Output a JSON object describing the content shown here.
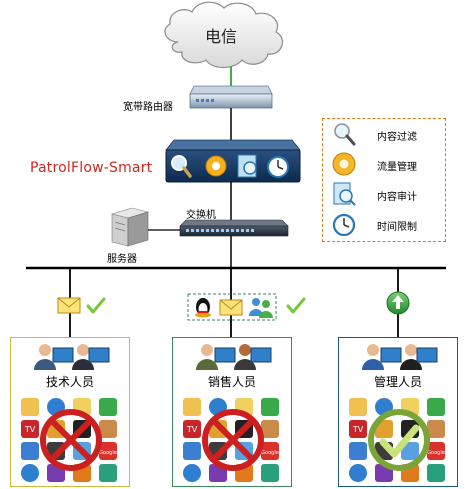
{
  "diagram": {
    "cloud_label": "电信",
    "router_label": "宽带路由器",
    "brand_label": "PatrolFlow-Smart",
    "switch_label": "交换机",
    "server_label": "服务器",
    "legend": [
      {
        "icon": "magnifier-icon",
        "label": "内容过滤"
      },
      {
        "icon": "gear-icon",
        "label": "流量管理"
      },
      {
        "icon": "audit-magnifier-icon",
        "label": "内容审计"
      },
      {
        "icon": "clock-icon",
        "label": "时间限制"
      }
    ],
    "groups": [
      {
        "label": "技术人员",
        "status": "blocked"
      },
      {
        "label": "销售人员",
        "status": "blocked"
      },
      {
        "label": "管理人员",
        "status": "allowed"
      }
    ],
    "app_icons": [
      "folder-icon",
      "browser-icon",
      "note-icon",
      "phone-icon",
      "tv-icon",
      "chess-icon",
      "qq-icon",
      "rabbit-icon",
      "people-icon",
      "film-icon",
      "paper-plane-icon",
      "google-icon",
      "number-one-icon",
      "game-icon",
      "book-icon",
      "radar-icon"
    ],
    "app_icon_texts": {
      "tv": "TV",
      "google": "Google"
    },
    "colors": {
      "brand": "#d0281f",
      "legend_border": "#e07a1a",
      "group1_border": "#d6b83a",
      "group2_border": "#3a8a5a",
      "group3_border": "#1f5a87",
      "block_red": "#cc2020",
      "allow_green": "#7aa437",
      "wire_green": "#4ca64c"
    }
  }
}
